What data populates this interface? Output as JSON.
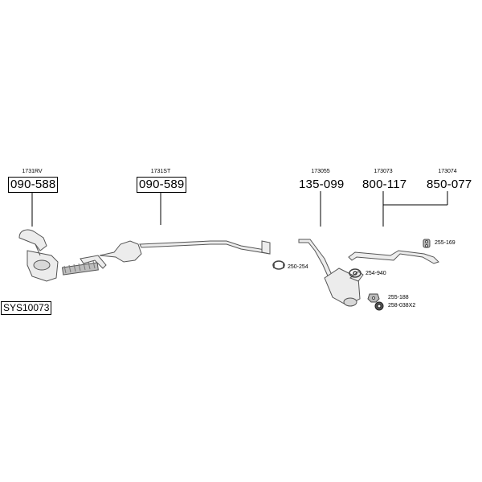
{
  "system_code": "SYS10073",
  "groups": [
    {
      "oem": "1731RV",
      "part": "090-588",
      "boxed": true
    },
    {
      "oem": "1731ST",
      "part": "090-589",
      "boxed": true
    },
    {
      "oem": "173055",
      "part": "135-099",
      "boxed": false
    },
    {
      "oem": "173073",
      "part": "800-117",
      "boxed": false
    },
    {
      "oem": "173074",
      "part": "850-077",
      "boxed": false
    }
  ],
  "accessories": [
    {
      "part": "250-254"
    },
    {
      "part": "254-940"
    },
    {
      "part": "255-169"
    },
    {
      "part": "255-188"
    },
    {
      "part": "258-038X2"
    }
  ],
  "colors": {
    "line": "#000000",
    "pipe_fill": "#ededed",
    "pipe_stroke": "#555555"
  }
}
